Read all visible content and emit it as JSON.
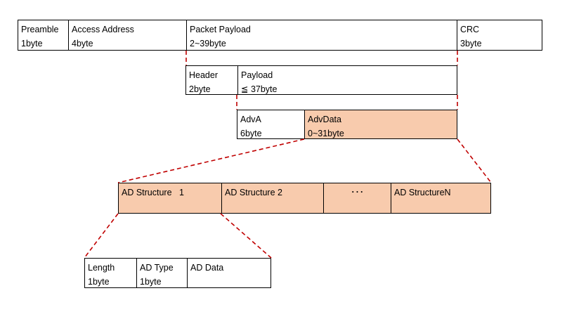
{
  "packet": {
    "preamble": {
      "name": "Preamble",
      "size": "1byte"
    },
    "access_address": {
      "name": "Access Address",
      "size": "4byte"
    },
    "payload": {
      "name": "Packet Payload",
      "size": "2~39byte"
    },
    "crc": {
      "name": "CRC",
      "size": "3byte"
    }
  },
  "pdu": {
    "header": {
      "name": "Header",
      "size": "2byte"
    },
    "payload": {
      "name": "Payload",
      "size": "≦ 37byte"
    }
  },
  "adv_payload": {
    "adva": {
      "name": "AdvA",
      "size": "6byte"
    },
    "advdata": {
      "name": "AdvData",
      "size": "0~31byte"
    }
  },
  "ad_structures": {
    "s1": "AD Structure   1",
    "s2": "AD Structure 2",
    "ellipsis": "･･･",
    "sn": "AD StructureN"
  },
  "ad_structure_detail": {
    "length": {
      "name": "Length",
      "size": "1byte"
    },
    "ad_type": {
      "name": "AD Type",
      "size": "1byte"
    },
    "ad_data": {
      "name": "AD Data",
      "size": ""
    }
  },
  "colors": {
    "shade": "#f8cbad",
    "connector": "#c00000",
    "border": "#000000"
  }
}
